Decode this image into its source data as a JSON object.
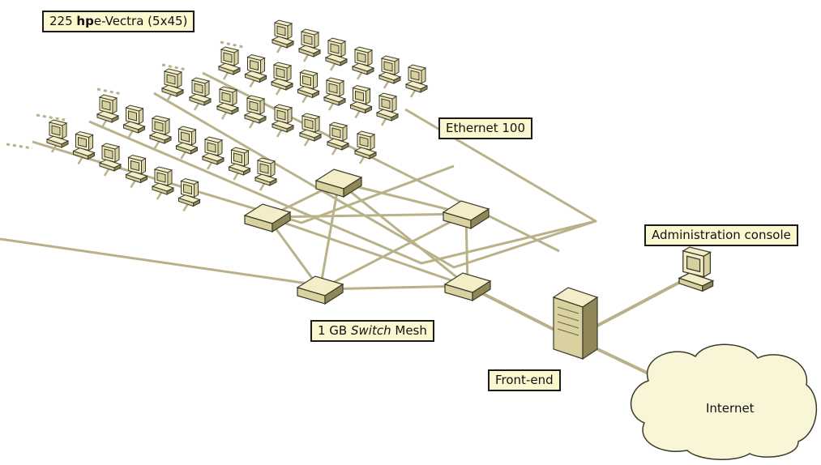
{
  "title": {
    "number": "225",
    "brand": "hp",
    "product": "e-Vectra (5x45)"
  },
  "labels": {
    "ethernet": "Ethernet 100",
    "admin_console": "Administration console",
    "switch_mesh_prefix": "1 GB",
    "switch_mesh_italic": "Switch",
    "switch_mesh_suffix": "Mesh",
    "front_end": "Front-end",
    "internet": "Internet"
  },
  "colors": {
    "cable": "#b9b188",
    "device_light": "#f3eec7",
    "device_mid": "#d9d2a0",
    "device_dark": "#8f8758",
    "label_fill": "#fbf7cf",
    "cloud_fill": "#f9f6d8"
  },
  "topology": {
    "pc_rows": 5,
    "pcs_per_row": [
      6,
      7,
      8,
      7,
      6
    ],
    "switches": 5,
    "servers": 1,
    "admin_consoles": 1
  }
}
